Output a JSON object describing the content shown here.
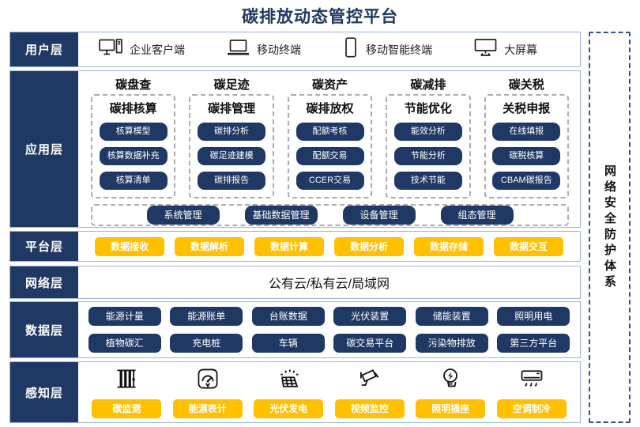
{
  "title": "碳排放动态管控平台",
  "security": {
    "label": "网络安全防护体系"
  },
  "user": {
    "label": "用户层",
    "items": [
      {
        "icon": "desktop-pc-icon",
        "label": "企业客户端"
      },
      {
        "icon": "laptop-icon",
        "label": "移动终端"
      },
      {
        "icon": "tablet-icon",
        "label": "移动智能终端"
      },
      {
        "icon": "monitor-icon",
        "label": "大屏幕"
      }
    ]
  },
  "app": {
    "label": "应用层",
    "columns": [
      {
        "header": "碳盘查",
        "subtitle": "碳排核算",
        "items": [
          "核算模型",
          "核算数据补充",
          "核算清单"
        ]
      },
      {
        "header": "碳足迹",
        "subtitle": "碳排管理",
        "items": [
          "碳排分析",
          "碳足迹建模",
          "碳排报告"
        ]
      },
      {
        "header": "碳资产",
        "subtitle": "碳排放权",
        "items": [
          "配额考核",
          "配额交易",
          "CCER交易"
        ]
      },
      {
        "header": "碳减排",
        "subtitle": "节能优化",
        "items": [
          "能效分析",
          "节能分析",
          "技术节能"
        ]
      },
      {
        "header": "碳关税",
        "subtitle": "关税申报",
        "items": [
          "在线填报",
          "碳税核算",
          "CBAM碳报告"
        ]
      }
    ],
    "bottom_items": [
      "系统管理",
      "基础数据管理",
      "设备管理",
      "组态管理"
    ]
  },
  "platform": {
    "label": "平台层",
    "items": [
      "数据接收",
      "数据解析",
      "数据计算",
      "数据分析",
      "数据存储",
      "数据交互"
    ]
  },
  "network": {
    "label": "网络层",
    "content": "公有云/私有云/局域网"
  },
  "data_layer": {
    "label": "数据层",
    "rows": [
      [
        "能源计量",
        "能源账单",
        "台账数据",
        "光伏装置",
        "储能装置",
        "照明用电"
      ],
      [
        "植物碳汇",
        "充电桩",
        "车辆",
        "碳交易平台",
        "污染物排放",
        "第三方平台"
      ]
    ]
  },
  "sensing": {
    "label": "感知层",
    "items": [
      {
        "icon": "pipes-icon",
        "label": "碳监测"
      },
      {
        "icon": "gauge-icon",
        "label": "能源表计"
      },
      {
        "icon": "solar-panel-icon",
        "label": "光伏发电"
      },
      {
        "icon": "cctv-icon",
        "label": "视频监控"
      },
      {
        "icon": "bulb-icon",
        "label": "照明插座"
      },
      {
        "icon": "ac-icon",
        "label": "空调制冷"
      }
    ]
  },
  "colors": {
    "navy": "#1f3864",
    "yellow": "#ffc000",
    "band_border": "#9db3d6"
  }
}
